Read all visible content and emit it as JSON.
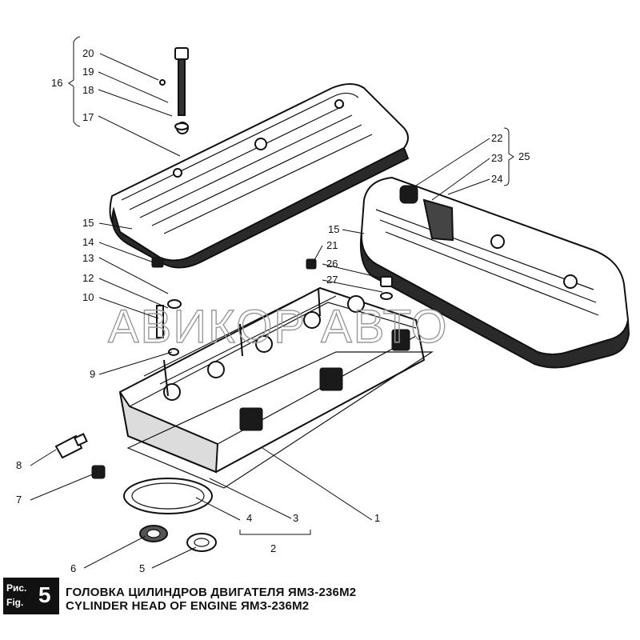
{
  "callouts": {
    "c1": "1",
    "c2": "2",
    "c3": "3",
    "c4": "4",
    "c5": "5",
    "c6": "6",
    "c7": "7",
    "c8": "8",
    "c9": "9",
    "c10": "10",
    "c12": "12",
    "c13": "13",
    "c14": "14",
    "c15a": "15",
    "c15b": "15",
    "c16": "16",
    "c17": "17",
    "c18": "18",
    "c19": "19",
    "c20": "20",
    "c21": "21",
    "c22": "22",
    "c23": "23",
    "c24": "24",
    "c25": "25",
    "c26": "26",
    "c27": "27"
  },
  "watermark": "АВИКОР АВТО",
  "caption": {
    "label_ru": "Рис.",
    "label_en": "Fig.",
    "number": "5",
    "title_ru": "ГОЛОВКА ЦИЛИНДРОВ ДВИГАТЕЛЯ ЯМЗ-236М2",
    "title_en": "CYLINDER HEAD OF ENGINE ЯМЗ-236М2"
  }
}
